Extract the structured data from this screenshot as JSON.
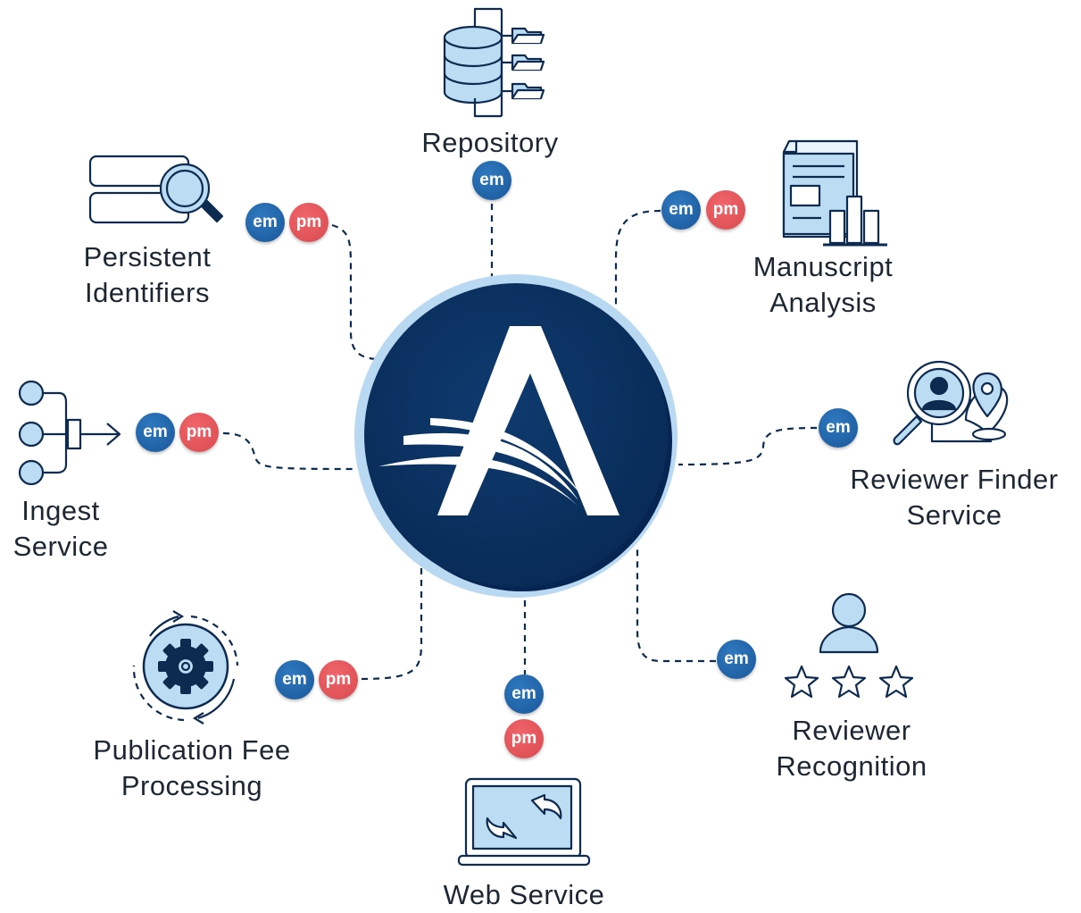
{
  "hub": {
    "logo_letter": "A",
    "icon": "editorial-manager-logo"
  },
  "colors": {
    "navy": "#0b2d5b",
    "ring": "#b9d8f2",
    "em": "#1f63a8",
    "pm": "#e2545a",
    "icon_fill": "#bcdcf4",
    "icon_stroke": "#0d2b50"
  },
  "badges": {
    "em": "em",
    "pm": "pm"
  },
  "nodes": {
    "repository": {
      "line1": "Repository",
      "icon": "database-folders-icon"
    },
    "persistent": {
      "line1": "Persistent",
      "line2": "Identifiers",
      "icon": "search-records-icon"
    },
    "manuscript": {
      "line1": "Manuscript",
      "line2": "Analysis",
      "icon": "document-chart-icon"
    },
    "ingest": {
      "line1": "Ingest",
      "line2": "Service",
      "icon": "ingest-flow-icon"
    },
    "reviewer_finder": {
      "line1": "Reviewer Finder",
      "line2": "Service",
      "icon": "reviewer-search-location-icon"
    },
    "publication_fee": {
      "line1": "Publication Fee",
      "line2": "Processing",
      "icon": "gear-cycle-icon"
    },
    "web_service": {
      "line1": "Web Service",
      "icon": "laptop-exchange-icon"
    },
    "reviewer_recognition": {
      "line1": "Reviewer",
      "line2": "Recognition",
      "icon": "person-stars-icon"
    }
  }
}
